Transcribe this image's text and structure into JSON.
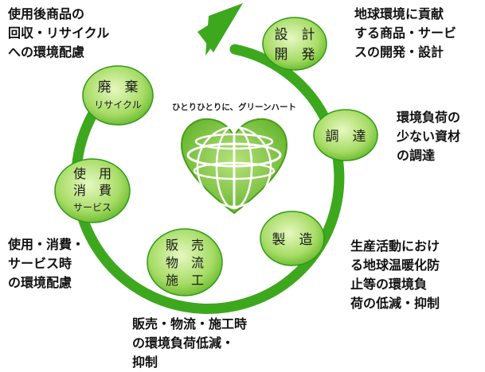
{
  "logo": {
    "tagline": "ひとりひとりに、グリーンハート"
  },
  "stages": [
    {
      "id": "design",
      "lines": [
        "設　計",
        "開　発"
      ]
    },
    {
      "id": "procure",
      "lines": [
        "調　達"
      ]
    },
    {
      "id": "produce",
      "lines": [
        "製　造"
      ]
    },
    {
      "id": "sales",
      "lines": [
        "販　売",
        "物　流",
        "施　工"
      ]
    },
    {
      "id": "use",
      "lines": [
        "使　用",
        "消　費",
        "サービス"
      ]
    },
    {
      "id": "disposal",
      "lines": [
        "廃　棄",
        "リサイクル"
      ]
    }
  ],
  "notes": {
    "design": "地球環境に貢献\nする商品・サービ\nスの開発・設計",
    "procure": "環境負荷の\n少ない資材\nの調達",
    "produce": "生産活動におけ\nる地球温暖化防\n止等の環境負\n荷の低減・抑制",
    "sales": "販売・物流・施工時\nの環境負荷低減・\n抑制",
    "use": "使用・消費・\nサービス時\nの環境配慮",
    "disposal": "使用後商品の\n回収・リサイクル\nへの環境配慮"
  },
  "colors": {
    "ring": "#3da81e",
    "node_fill_center": "#d6f2a8",
    "node_fill_edge": "#7cc93a",
    "node_stroke": "#2f9a17",
    "logo_green": "#7ec63f",
    "text": "#111111"
  }
}
